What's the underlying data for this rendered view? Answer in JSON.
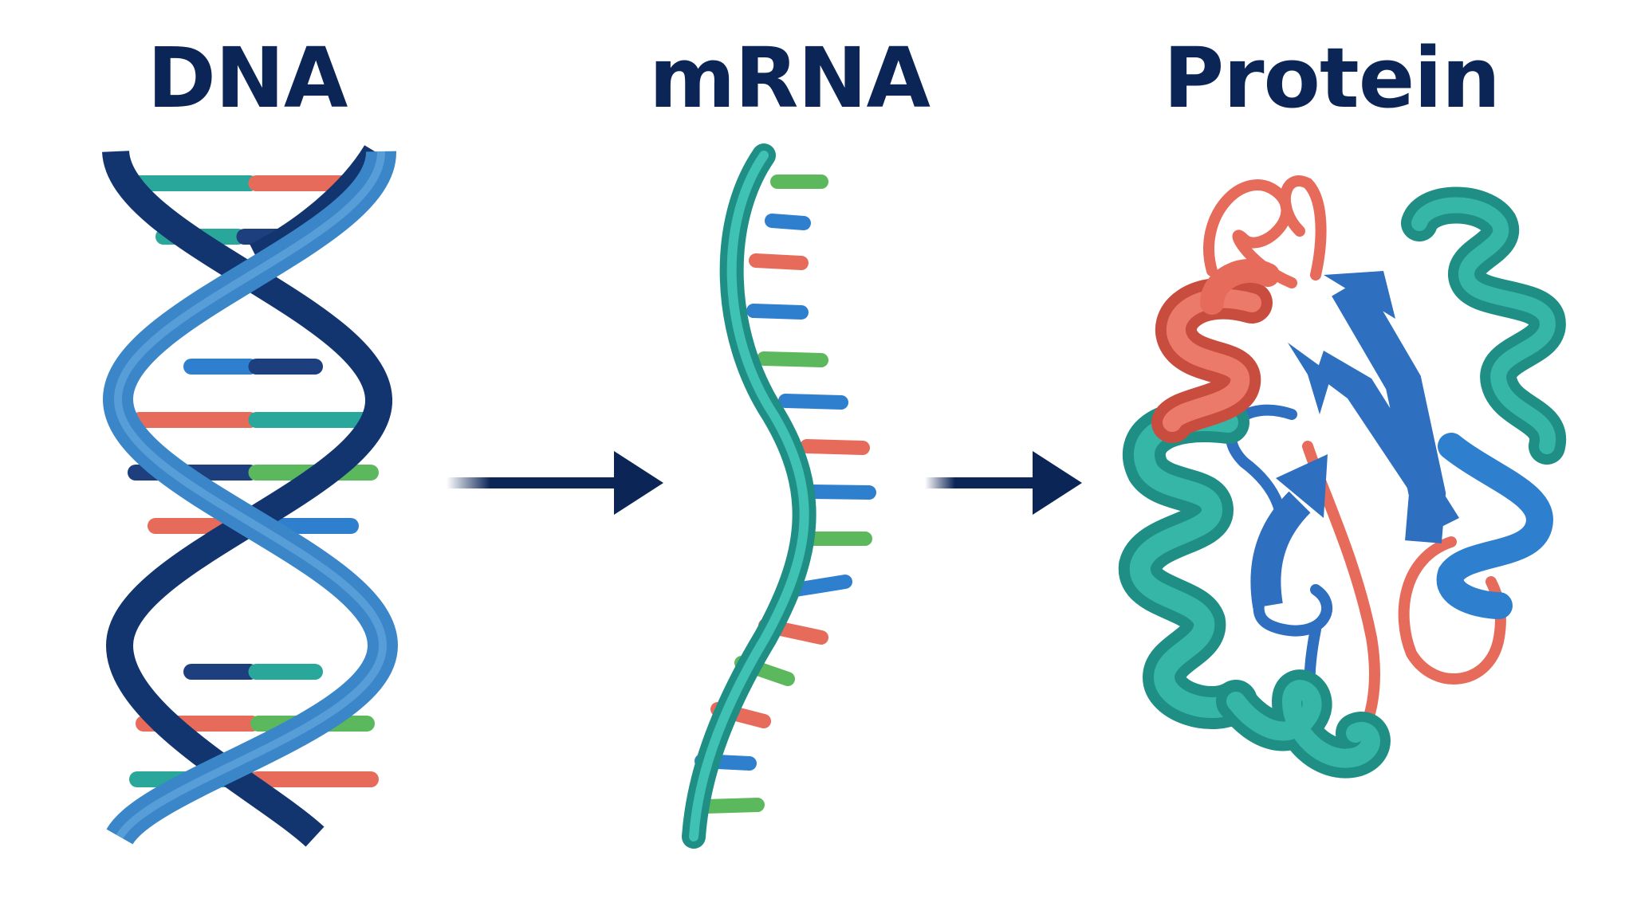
{
  "stages": [
    {
      "label": "DNA"
    },
    {
      "label": "mRNA"
    },
    {
      "label": "Protein"
    }
  ],
  "colors": {
    "title": "#0c2557",
    "arrow": "#0c2557",
    "strand_light": "#3a86c8",
    "strand_dark": "#12356f",
    "teal": "#2aa79b",
    "salmon": "#e76b5b",
    "blue": "#2f7fcf",
    "navy": "#1d3f7e",
    "green": "#5cb85c"
  },
  "icons": {
    "dna": "double-helix-icon",
    "mrna": "single-strand-rna-icon",
    "protein": "folded-protein-ribbon-icon",
    "arrow": "right-arrow-icon"
  }
}
